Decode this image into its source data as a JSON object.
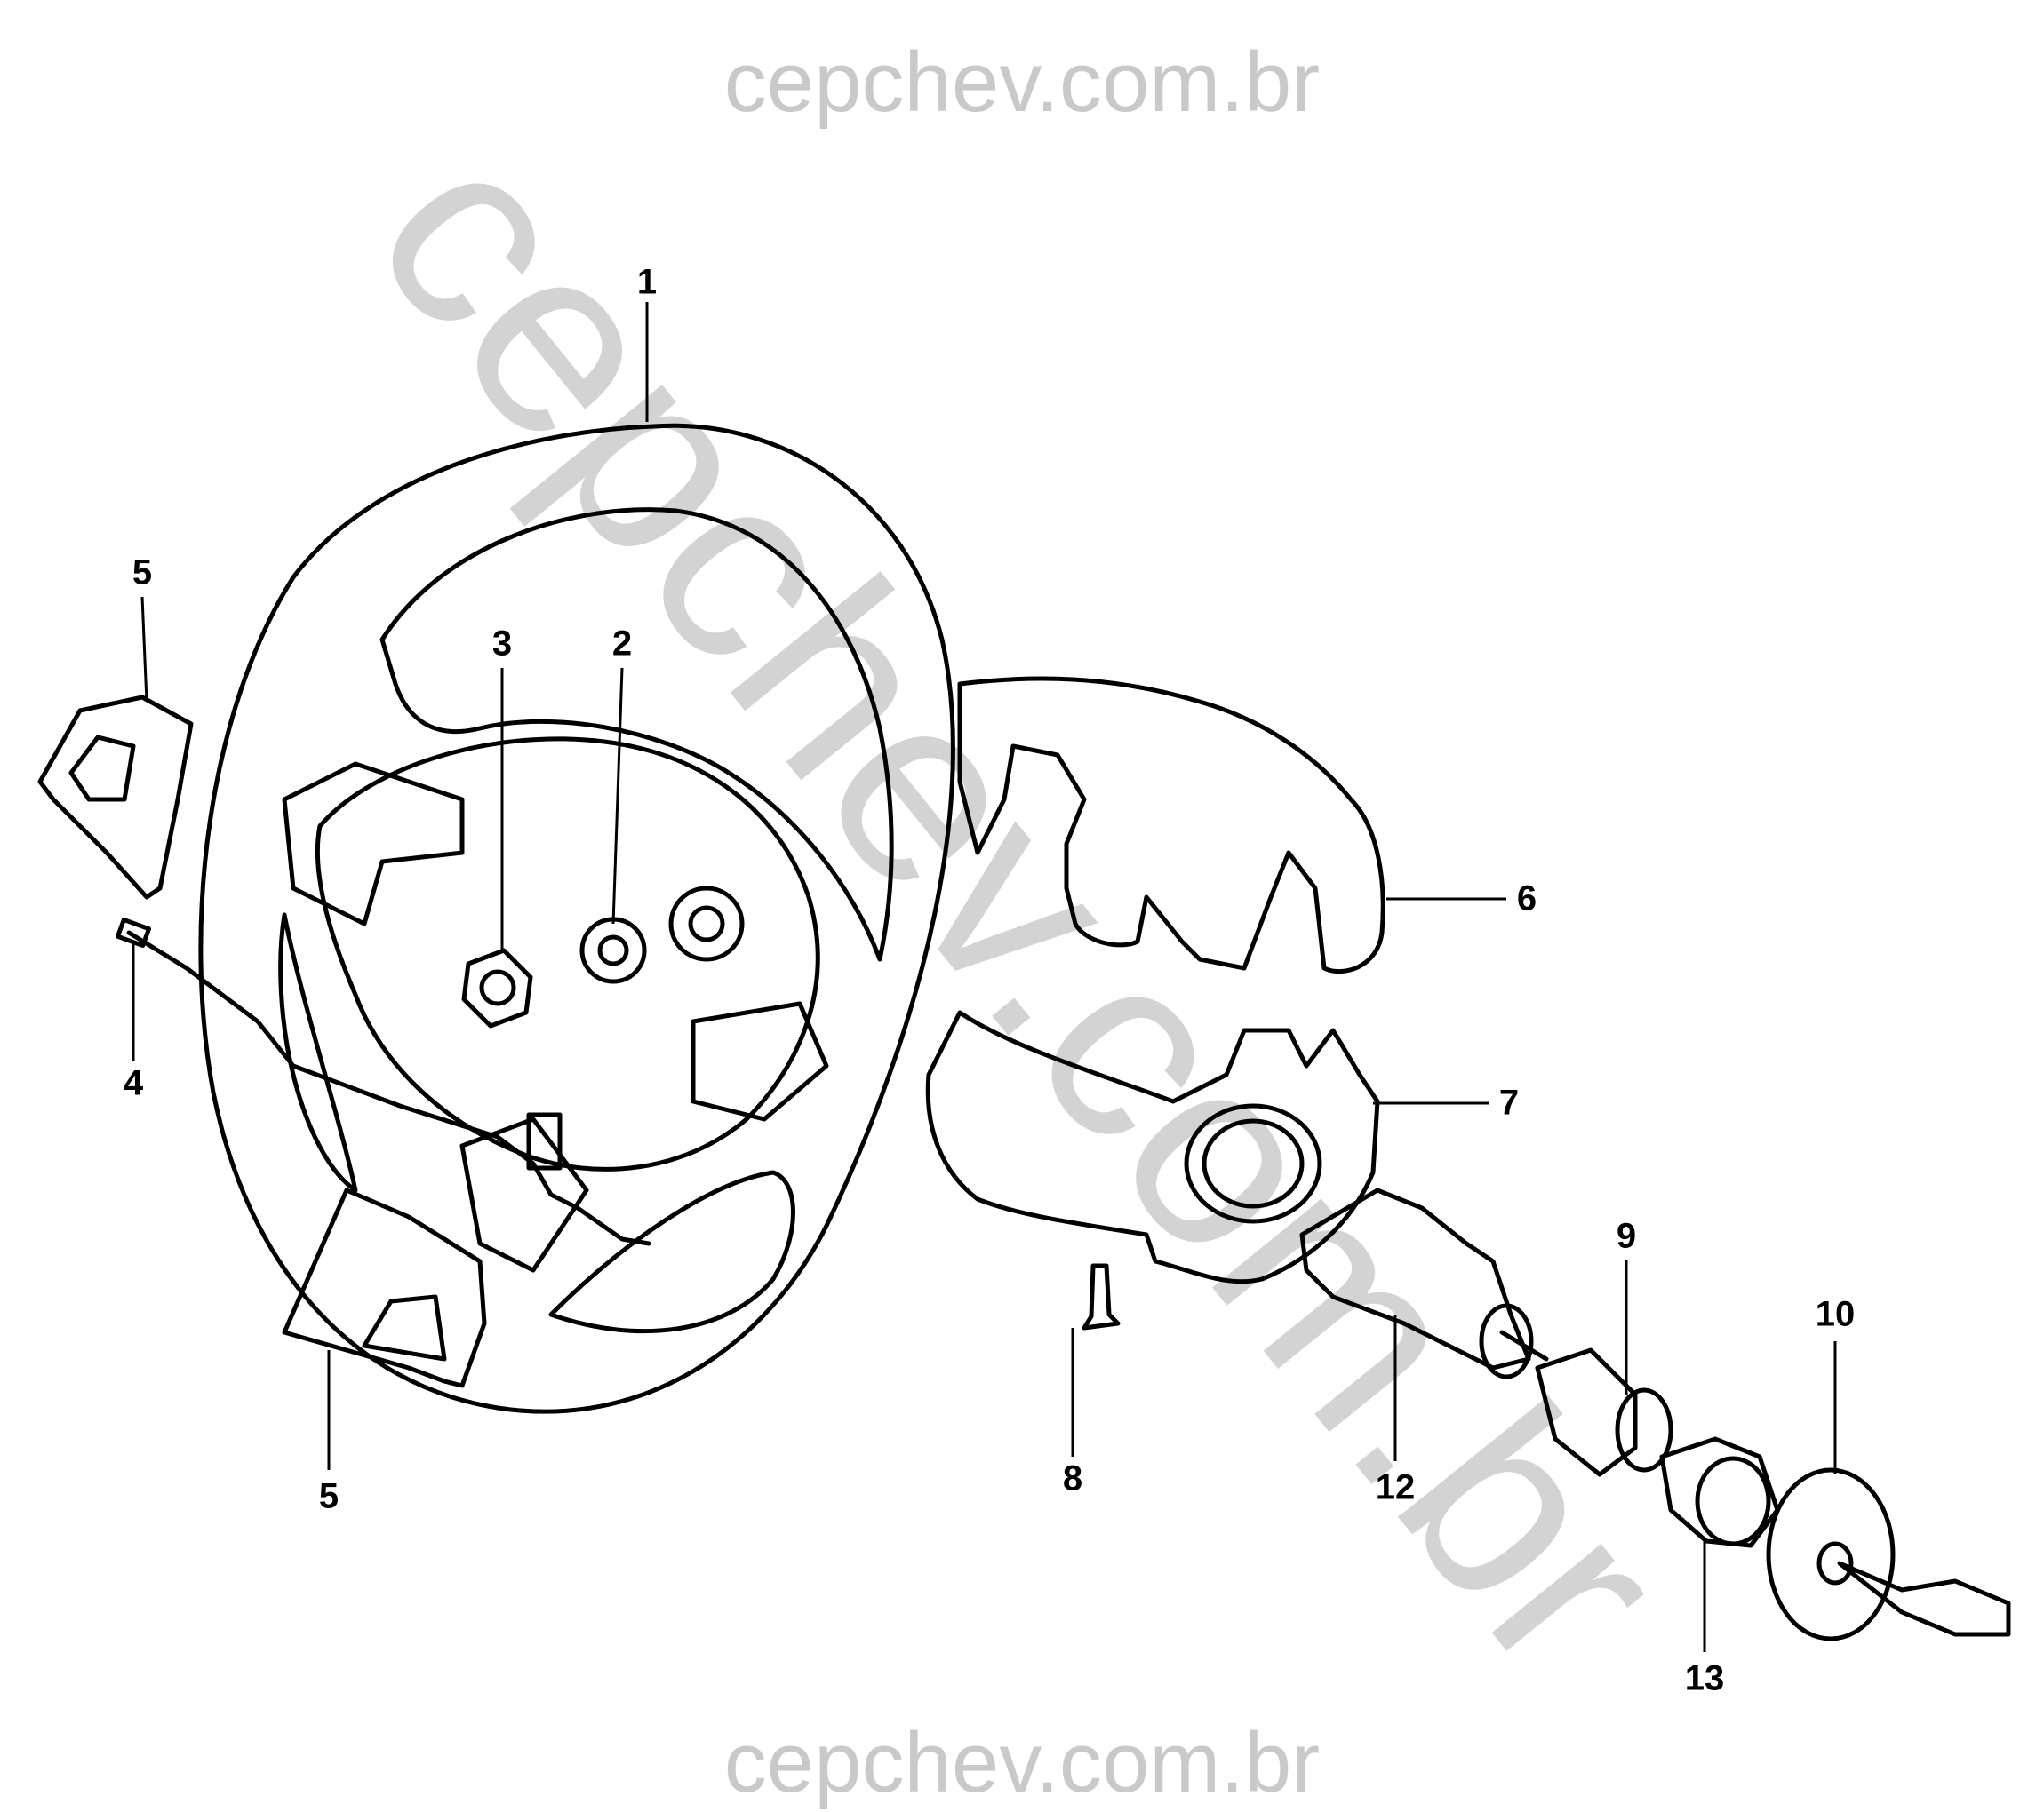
{
  "watermark": {
    "top": "cepchev.com.br",
    "bottom": "cepchev.com.br",
    "diagonal": "cepchev.com.br"
  },
  "callouts": {
    "c1": "1",
    "c2": "2",
    "c3": "3",
    "c4": "4",
    "c5a": "5",
    "c5b": "5",
    "c6": "6",
    "c7": "7",
    "c8": "8",
    "c9": "9",
    "c10": "10",
    "c12": "12",
    "c13": "13"
  }
}
